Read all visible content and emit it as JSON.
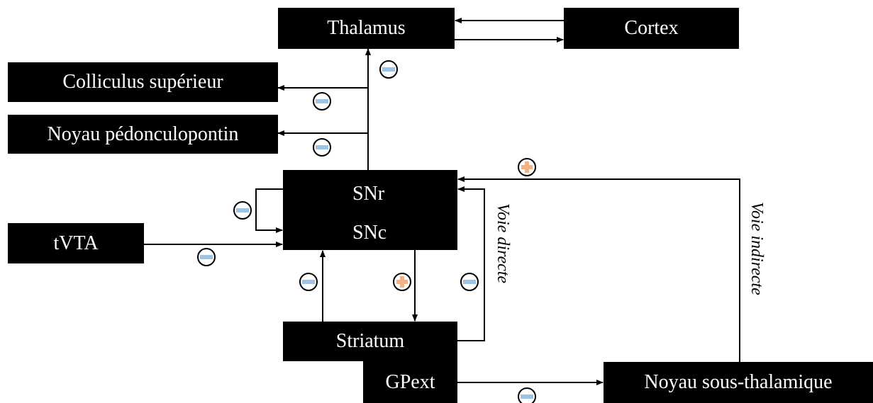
{
  "nodes": {
    "thalamus": "Thalamus",
    "cortex": "Cortex",
    "colliculus": "Colliculus supérieur",
    "pedunculopontin": "Noyau pédonculopontin",
    "snr": "SNr",
    "snc": "SNc",
    "tvta": "tVTA",
    "striatum": "Striatum",
    "gpext": "GPext",
    "sous_thalamique": "Noyau sous-thalamique"
  },
  "pathway_labels": {
    "directe": "Voie directe",
    "indirecte": "Voie indirecte"
  },
  "signs": {
    "inhibitory": {
      "symbol": "minus",
      "fill": "#9dc3e6",
      "stroke": "#000000"
    },
    "excitatory": {
      "symbol": "plus",
      "fill": "#f4b183",
      "stroke": "#000000"
    }
  },
  "connections": [
    {
      "from": "Cortex",
      "to": "Thalamus",
      "sign": null
    },
    {
      "from": "Thalamus",
      "to": "Cortex",
      "sign": null
    },
    {
      "from": "SNr",
      "to": "Thalamus",
      "sign": "inhibitory"
    },
    {
      "from": "SNr",
      "to": "Colliculus supérieur",
      "sign": "inhibitory"
    },
    {
      "from": "SNr",
      "to": "Noyau pédonculopontin",
      "sign": "inhibitory"
    },
    {
      "from": "SNr",
      "to": "SNc",
      "sign": "inhibitory"
    },
    {
      "from": "tVTA",
      "to": "SNc",
      "sign": "inhibitory"
    },
    {
      "from": "Striatum",
      "to": "SNc",
      "sign": "inhibitory"
    },
    {
      "from": "SNc",
      "to": "Striatum",
      "sign": "excitatory"
    },
    {
      "from": "Striatum",
      "to": "SNr",
      "sign": "inhibitory",
      "pathway": "Voie directe"
    },
    {
      "from": "GPext",
      "to": "Noyau sous-thalamique",
      "sign": "inhibitory"
    },
    {
      "from": "Noyau sous-thalamique",
      "to": "SNr",
      "sign": "excitatory",
      "pathway": "Voie indirecte"
    }
  ]
}
